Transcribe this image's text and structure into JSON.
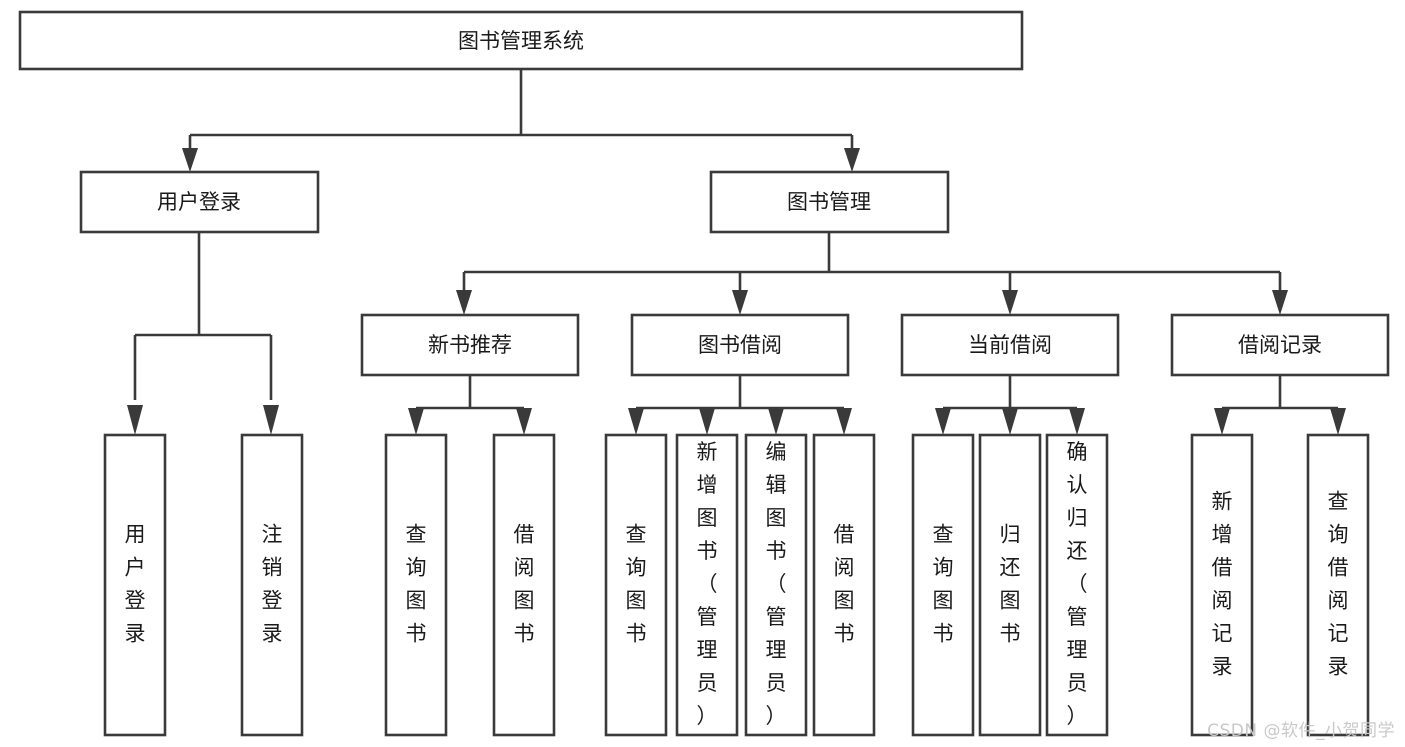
{
  "diagram": {
    "type": "tree",
    "title": "图书管理系统",
    "watermark": "CSDN @软件_小贺同学",
    "colors": {
      "box_fill": "#ffffff",
      "box_stroke": "#3a3a3a",
      "text": "#1a1a1a",
      "watermark": "#c9c9c9",
      "background": "#ffffff"
    },
    "levels": {
      "root": {
        "label": "图书管理系统"
      },
      "level2": [
        {
          "label": "用户登录"
        },
        {
          "label": "图书管理"
        }
      ],
      "level3": [
        {
          "label": "新书推荐"
        },
        {
          "label": "图书借阅"
        },
        {
          "label": "当前借阅"
        },
        {
          "label": "借阅记录"
        }
      ],
      "leaves": [
        {
          "label": "用户登录",
          "parent": "用户登录"
        },
        {
          "label": "注销登录",
          "parent": "用户登录"
        },
        {
          "label": "查询图书",
          "parent": "新书推荐"
        },
        {
          "label": "借阅图书",
          "parent": "新书推荐"
        },
        {
          "label": "查询图书",
          "parent": "图书借阅"
        },
        {
          "label": "新增图书（管理员）",
          "parent": "图书借阅"
        },
        {
          "label": "编辑图书（管理员）",
          "parent": "图书借阅"
        },
        {
          "label": "借阅图书",
          "parent": "图书借阅"
        },
        {
          "label": "查询图书",
          "parent": "当前借阅"
        },
        {
          "label": "归还图书",
          "parent": "当前借阅"
        },
        {
          "label": "确认归还（管理员）",
          "parent": "当前借阅"
        },
        {
          "label": "新增借阅记录",
          "parent": "借阅记录"
        },
        {
          "label": "查询借阅记录",
          "parent": "借阅记录"
        }
      ]
    }
  }
}
